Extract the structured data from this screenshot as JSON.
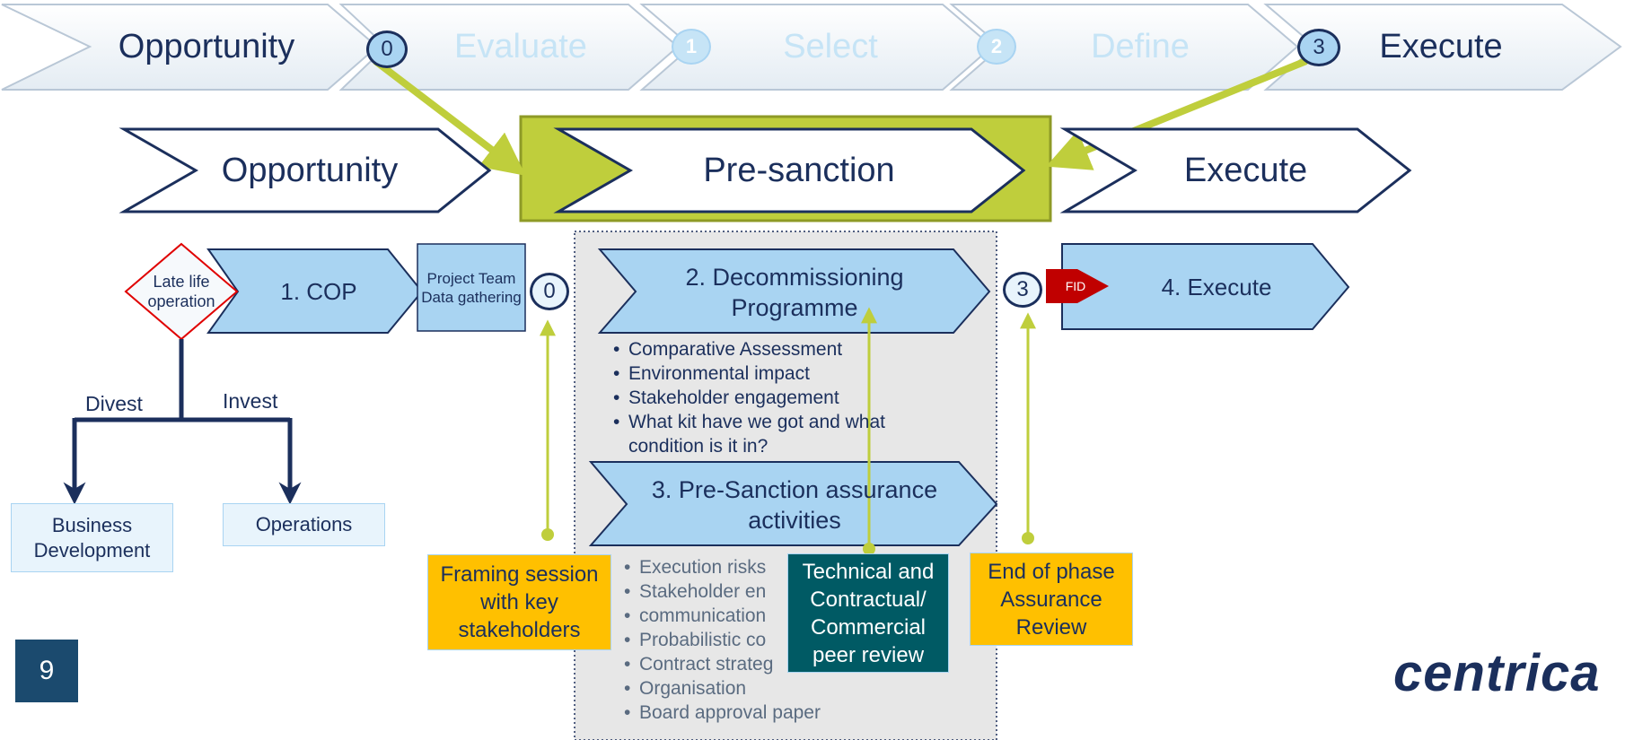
{
  "top_phases": [
    {
      "label": "Opportunity",
      "color": "#1b2f5c"
    },
    {
      "label": "Evaluate",
      "color": "#c6e4f6"
    },
    {
      "label": "Select",
      "color": "#c6e4f6"
    },
    {
      "label": "Define",
      "color": "#c6e4f6"
    },
    {
      "label": "Execute",
      "color": "#1b2f5c"
    }
  ],
  "gates": [
    "0",
    "1",
    "2",
    "3"
  ],
  "main_phases": {
    "opportunity": "Opportunity",
    "presanction": "Pre-sanction",
    "execute": "Execute"
  },
  "steps": {
    "late_life": "Late life operation",
    "cop": "1. COP",
    "project_team": "Project Team Data gathering",
    "gate0": "0",
    "decom": "2. Decommissioning Programme",
    "gate3": "3",
    "fid": "FID",
    "execute": "4. Execute",
    "presanction_assurance": "3. Pre-Sanction assurance activities"
  },
  "branches": {
    "divest": "Divest",
    "invest": "Invest",
    "business_dev": "Business Development",
    "operations": "Operations"
  },
  "decom_bullets": [
    "Comparative Assessment",
    "Environmental impact",
    "Stakeholder engagement",
    "What kit have we got and what condition is it in?"
  ],
  "assurance_bullets": [
    "Execution risks",
    "Stakeholder en",
    "communication",
    "Probabilistic co",
    "Contract strateg",
    "Organisation",
    "Board approval paper"
  ],
  "callouts": {
    "framing": "Framing session with key stakeholders",
    "technical": "Technical and Contractual/ Commercial peer review",
    "end_phase": "End of phase Assurance Review"
  },
  "slide_number": "9",
  "logo_text": "centrica",
  "colors": {
    "navy": "#1b2f5c",
    "light_blue": "#a9d4f2",
    "pale_blue": "#e8f4fc",
    "lime": "#bfce3c",
    "amber": "#ffc000",
    "teal": "#005a64",
    "red": "#c00000"
  }
}
